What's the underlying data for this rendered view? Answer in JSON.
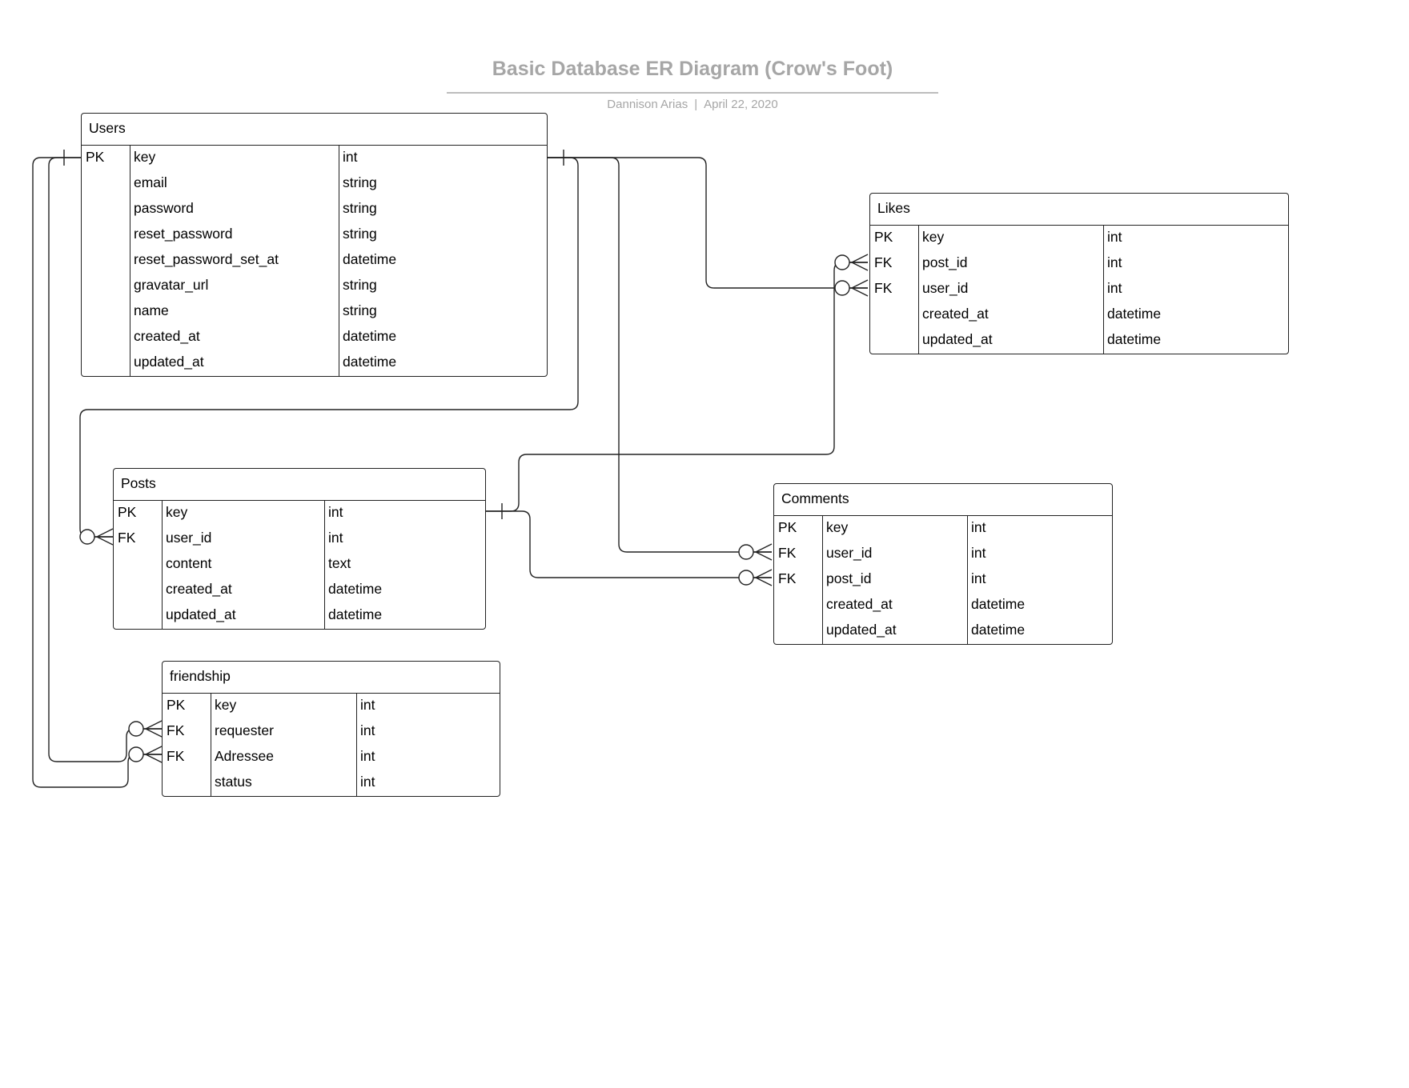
{
  "title": "Basic Database ER Diagram (Crow's Foot)",
  "author": "Dannison Arias",
  "date": "April 22, 2020",
  "entities": {
    "users": {
      "name": "Users",
      "rows": [
        {
          "k": "PK",
          "field": "key",
          "type": "int"
        },
        {
          "k": "",
          "field": "email",
          "type": "string"
        },
        {
          "k": "",
          "field": "password",
          "type": "string"
        },
        {
          "k": "",
          "field": "reset_password",
          "type": "string"
        },
        {
          "k": "",
          "field": "reset_password_set_at",
          "type": "datetime"
        },
        {
          "k": "",
          "field": "gravatar_url",
          "type": "string"
        },
        {
          "k": "",
          "field": "name",
          "type": "string"
        },
        {
          "k": "",
          "field": "created_at",
          "type": "datetime"
        },
        {
          "k": "",
          "field": "updated_at",
          "type": "datetime"
        }
      ]
    },
    "likes": {
      "name": "Likes",
      "rows": [
        {
          "k": "PK",
          "field": "key",
          "type": "int"
        },
        {
          "k": "FK",
          "field": "post_id",
          "type": "int"
        },
        {
          "k": "FK",
          "field": "user_id",
          "type": "int"
        },
        {
          "k": "",
          "field": "created_at",
          "type": "datetime"
        },
        {
          "k": "",
          "field": "updated_at",
          "type": "datetime"
        }
      ]
    },
    "posts": {
      "name": "Posts",
      "rows": [
        {
          "k": "PK",
          "field": "key",
          "type": "int"
        },
        {
          "k": "FK",
          "field": "user_id",
          "type": "int"
        },
        {
          "k": "",
          "field": "content",
          "type": "text"
        },
        {
          "k": "",
          "field": "created_at",
          "type": "datetime"
        },
        {
          "k": "",
          "field": "updated_at",
          "type": "datetime"
        }
      ]
    },
    "comments": {
      "name": "Comments",
      "rows": [
        {
          "k": "PK",
          "field": "key",
          "type": "int"
        },
        {
          "k": "FK",
          "field": "user_id",
          "type": "int"
        },
        {
          "k": "FK",
          "field": "post_id",
          "type": "int"
        },
        {
          "k": "",
          "field": "created_at",
          "type": "datetime"
        },
        {
          "k": "",
          "field": "updated_at",
          "type": "datetime"
        }
      ]
    },
    "friendship": {
      "name": "friendship",
      "rows": [
        {
          "k": "PK",
          "field": "key",
          "type": "int"
        },
        {
          "k": "FK",
          "field": "requester",
          "type": "int"
        },
        {
          "k": "FK",
          "field": "Adressee",
          "type": "int"
        },
        {
          "k": "",
          "field": "status",
          "type": "int"
        }
      ]
    }
  },
  "relationships": [
    {
      "from": "Users.key",
      "to": "Posts.user_id",
      "from_end": "one",
      "to_end": "zero-or-many"
    },
    {
      "from": "Users.key",
      "to": "Likes.user_id",
      "from_end": "one",
      "to_end": "zero-or-many"
    },
    {
      "from": "Users.key",
      "to": "Comments.user_id",
      "from_end": "one",
      "to_end": "zero-or-many"
    },
    {
      "from": "Users.key",
      "to": "friendship.requester",
      "from_end": "one",
      "to_end": "zero-or-many"
    },
    {
      "from": "Users.key",
      "to": "friendship.Adressee",
      "from_end": "one",
      "to_end": "zero-or-many"
    },
    {
      "from": "Posts.key",
      "to": "Likes.post_id",
      "from_end": "one",
      "to_end": "zero-or-many"
    },
    {
      "from": "Posts.key",
      "to": "Comments.post_id",
      "from_end": "one",
      "to_end": "zero-or-many"
    }
  ]
}
